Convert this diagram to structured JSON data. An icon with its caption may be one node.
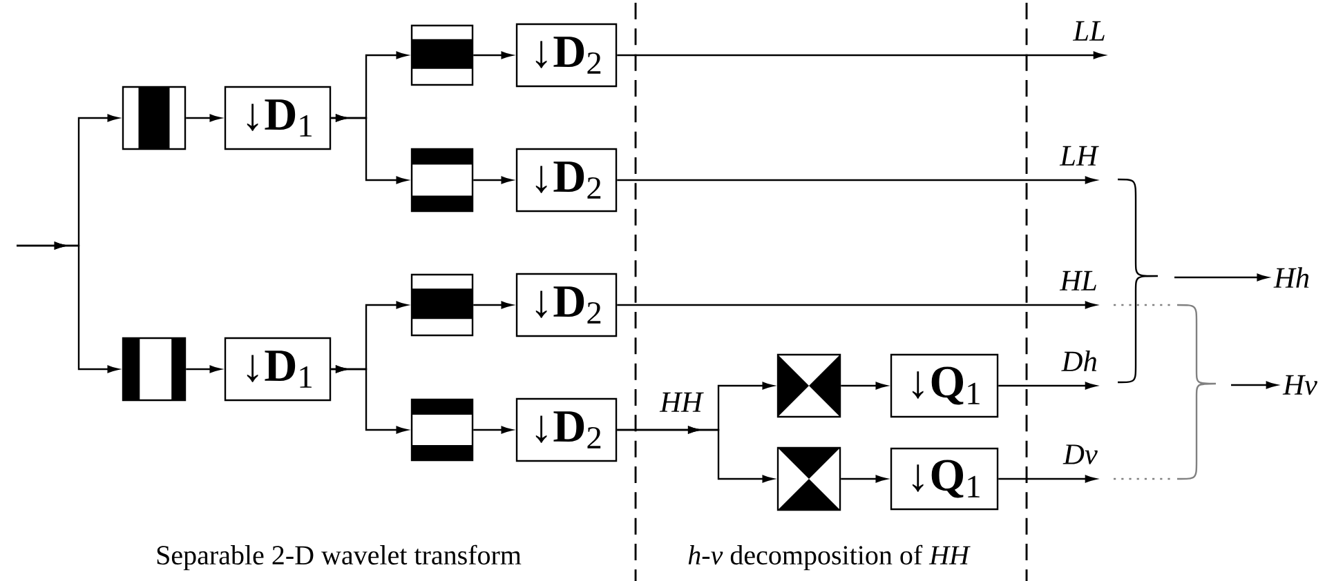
{
  "diagram": {
    "nodes": [
      {
        "text": [],
        "shape": "box"
      },
      {
        "text": [
          "↓**D**$_{1}$"
        ]
      },
      {
        "text": [],
        "shape": "box"
      },
      {
        "text": [
          "↓**D**$_{2}$"
        ]
      },
      {
        "text": [],
        "shape": "box"
      },
      {
        "text": [
          "↓**D**$_{2}$"
        ]
      },
      {
        "text": [],
        "shape": "box"
      },
      {
        "text": [
          "↓**D**$_{1}$"
        ]
      },
      {
        "text": [],
        "shape": "box"
      },
      {
        "text": [
          "↓**D**$_{2}$"
        ]
      },
      {
        "text": [],
        "shape": "box"
      },
      {
        "text": [
          "↓**D**$_{2}$"
        ]
      },
      {
        "text": [],
        "shape": "box"
      },
      {
        "text": [
          "↓**Q**$_{1}$"
        ]
      },
      {
        "text": [],
        "shape": "box"
      },
      {
        "text": [
          "↓**Q**$_{1}$"
        ]
      },
      {
        "text": [
          "Hh"
        ]
      },
      {
        "text": [
          "Hv"
        ]
      }
    ],
    "edges": [
      {
        "from": null,
        "to": 0,
        "arrow": "to"
      },
      {
        "from": null,
        "to": 6,
        "arrow": "to"
      },
      {
        "from": 0,
        "to": 1,
        "arrow": "to"
      },
      {
        "from": 1,
        "to": 2,
        "arrow": "to"
      },
      {
        "from": 1,
        "to": 4,
        "arrow": "to"
      },
      {
        "from": 2,
        "to": 3,
        "arrow": "to"
      },
      {
        "from": 4,
        "to": 5,
        "arrow": "to"
      },
      {
        "from": 3,
        "to": null,
        "arrow": "to",
        "label": "LL"
      },
      {
        "from": 5,
        "to": null,
        "arrow": "to",
        "label": "LH"
      },
      {
        "from": 6,
        "to": 7,
        "arrow": "to"
      },
      {
        "from": 7,
        "to": 8,
        "arrow": "to"
      },
      {
        "from": 7,
        "to": 10,
        "arrow": "to"
      },
      {
        "from": 8,
        "to": 9,
        "arrow": "to"
      },
      {
        "from": 10,
        "to": 11,
        "arrow": "to"
      },
      {
        "from": 9,
        "to": null,
        "arrow": "to",
        "label": "HL"
      },
      {
        "from": 11,
        "to": 12,
        "arrow": "to"
      },
      {
        "from": 11,
        "to": 14,
        "arrow": "to"
      },
      {
        "from": 12,
        "to": 13,
        "arrow": "to"
      },
      {
        "from": 14,
        "to": 15,
        "arrow": "to"
      },
      {
        "from": 13,
        "to": null,
        "arrow": "to",
        "label": "Dh"
      },
      {
        "from": 15,
        "to": null,
        "arrow": "to",
        "label": "Dv"
      },
      {
        "from": null,
        "to": 16,
        "arrow": "to"
      },
      {
        "from": null,
        "to": 17,
        "arrow": "to"
      }
    ],
    "labels": [
      "HH",
      "Separable 2-D wavelet transform",
      "*h*-*v* decomposition of *HH*"
    ]
  }
}
